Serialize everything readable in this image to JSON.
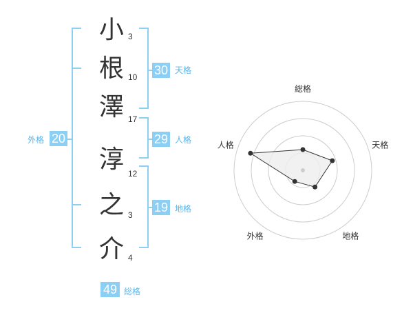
{
  "name": {
    "chars": [
      {
        "char": "小",
        "strokes": "3"
      },
      {
        "char": "根",
        "strokes": "10"
      },
      {
        "char": "澤",
        "strokes": "17"
      },
      {
        "char": "淳",
        "strokes": "12"
      },
      {
        "char": "之",
        "strokes": "3"
      },
      {
        "char": "介",
        "strokes": "4"
      }
    ]
  },
  "fortune": {
    "tenkaku": {
      "label": "天格",
      "value": "30"
    },
    "jinkaku": {
      "label": "人格",
      "value": "29"
    },
    "chikaku": {
      "label": "地格",
      "value": "19"
    },
    "gaikaku": {
      "label": "外格",
      "value": "20"
    },
    "soukaku": {
      "label": "総格",
      "value": "49"
    }
  },
  "colors": {
    "accent": "#8ccff5",
    "label": "#5bb6ea",
    "text": "#333333"
  },
  "chart_data": {
    "type": "radar",
    "axes": [
      "総格",
      "天格",
      "地格",
      "外格",
      "人格"
    ],
    "values": [
      0.3,
      0.45,
      0.3,
      0.2,
      0.8
    ],
    "rings": 4,
    "range": [
      0,
      1
    ]
  }
}
